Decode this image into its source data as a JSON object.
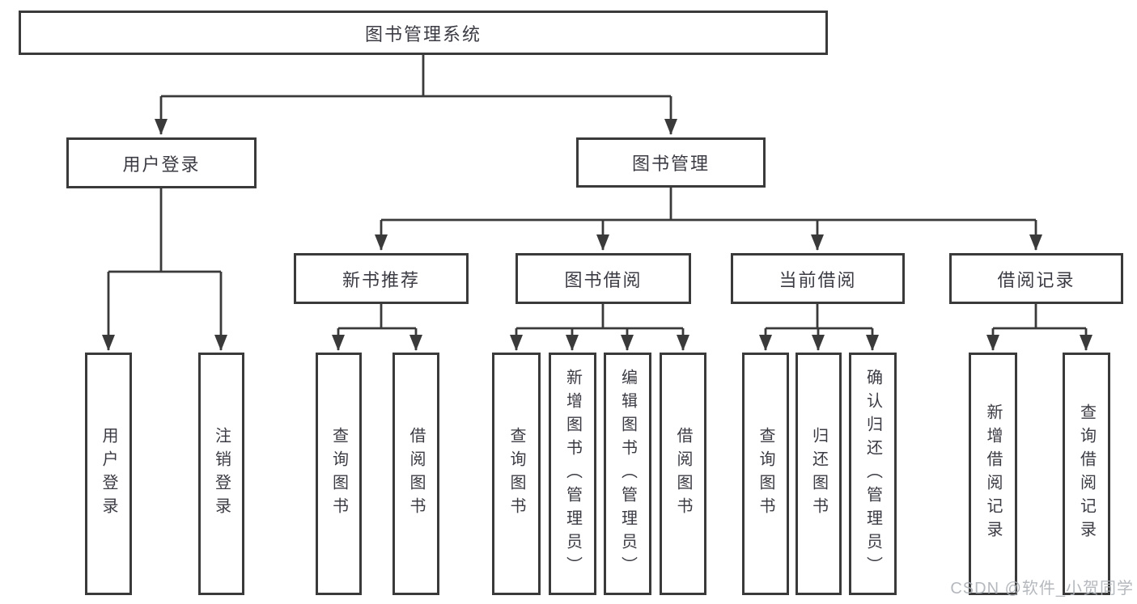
{
  "diagram": {
    "root": {
      "label": "图书管理系统"
    },
    "branches": [
      {
        "label": "用户登录",
        "children": [
          {
            "label": "用户登录"
          },
          {
            "label": "注销登录"
          }
        ]
      },
      {
        "label": "图书管理",
        "children": [
          {
            "label": "新书推荐",
            "children": [
              {
                "label": "查询图书"
              },
              {
                "label": "借阅图书"
              }
            ]
          },
          {
            "label": "图书借阅",
            "children": [
              {
                "label": "查询图书"
              },
              {
                "label": "新增图书（管理员）"
              },
              {
                "label": "编辑图书（管理员）"
              },
              {
                "label": "借阅图书"
              }
            ]
          },
          {
            "label": "当前借阅",
            "children": [
              {
                "label": "查询图书"
              },
              {
                "label": "归还图书"
              },
              {
                "label": "确认归还（管理员）"
              }
            ]
          },
          {
            "label": "借阅记录",
            "children": [
              {
                "label": "新增借阅记录"
              },
              {
                "label": "查询借阅记录"
              }
            ]
          }
        ]
      }
    ]
  },
  "watermark": "CSDN @软件_小贺同学",
  "colors": {
    "line": "#3a3a3a",
    "text": "#3b3b44",
    "watermark": "#adb2b8",
    "background": "#ffffff"
  }
}
